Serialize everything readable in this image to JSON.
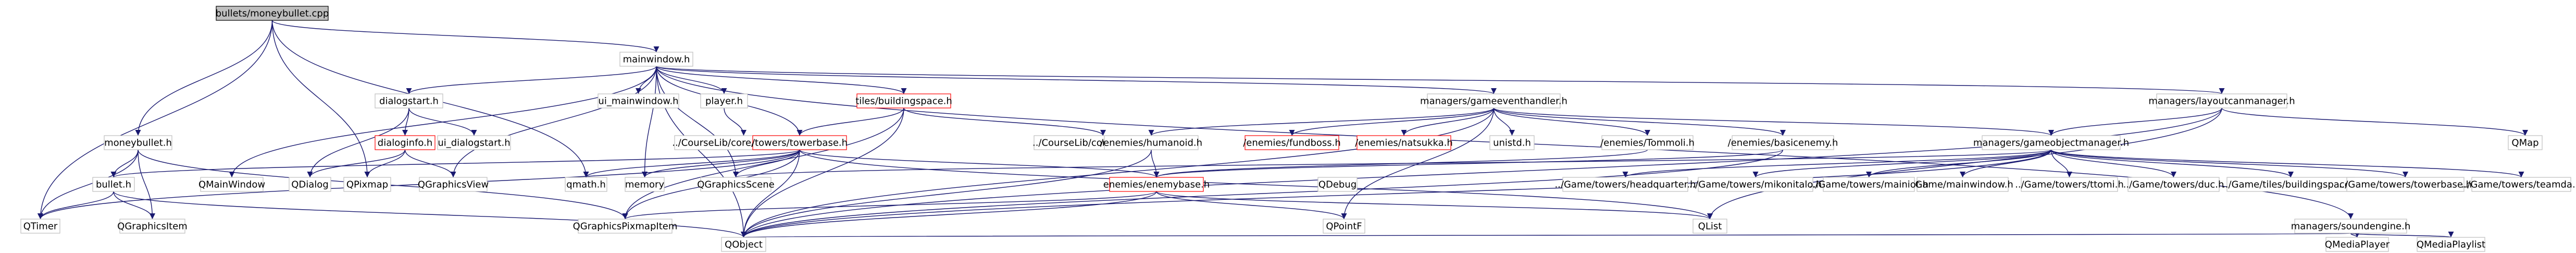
{
  "graph": {
    "root": "n_bullets_moneybullet_cpp",
    "nodes": [
      {
        "id": "n_bullets_moneybullet_cpp",
        "label": "bullets/moneybullet.cpp",
        "style": "root"
      },
      {
        "id": "n_mainwindow_h",
        "label": "mainwindow.h",
        "style": "normal"
      },
      {
        "id": "n_moneybullet_h",
        "label": "moneybullet.h",
        "style": "normal"
      },
      {
        "id": "n_dialogstart_h",
        "label": "dialogstart.h",
        "style": "normal"
      },
      {
        "id": "n_ui_mainwindow_h",
        "label": "ui_mainwindow.h",
        "style": "normal"
      },
      {
        "id": "n_player_h",
        "label": "player.h",
        "style": "normal"
      },
      {
        "id": "n_tiles_buildingspace_h",
        "label": "tiles/buildingspace.h",
        "style": "red"
      },
      {
        "id": "n_managers_gameeventhandler_h",
        "label": "managers/gameeventhandler.h",
        "style": "normal"
      },
      {
        "id": "n_managers_layoutcanmanager_h",
        "label": "managers/layoutcanmanager.h",
        "style": "normal"
      },
      {
        "id": "n_managers_soundengine_h",
        "label": "managers/soundengine.h",
        "style": "normal"
      },
      {
        "id": "n_bullet_h",
        "label": "bullet.h",
        "style": "normal"
      },
      {
        "id": "n_dialoginfo_h",
        "label": "dialoginfo.h",
        "style": "red"
      },
      {
        "id": "n_ui_dialogstart_h",
        "label": "ui_dialogstart.h",
        "style": "normal"
      },
      {
        "id": "n_courselib_playerbase_h",
        "label": "../CourseLib/core/playerbase.h",
        "style": "normal"
      },
      {
        "id": "n_towers_towerbase_h",
        "label": "/towers/towerbase.h",
        "style": "red"
      },
      {
        "id": "n_courselib_coordinate_h",
        "label": "../CourseLib/core/coordinate.h",
        "style": "normal"
      },
      {
        "id": "n_enemies_humanoid_h",
        "label": "/enemies/humanoid.h",
        "style": "normal"
      },
      {
        "id": "n_enemies_fundboss_h",
        "label": "/enemies/fundboss.h",
        "style": "red"
      },
      {
        "id": "n_enemies_natsukka_h",
        "label": "/enemies/natsukka.h",
        "style": "red"
      },
      {
        "id": "n_unistd_h",
        "label": "unistd.h",
        "style": "normal"
      },
      {
        "id": "n_enemies_tommoli_h",
        "label": "/enemies/Tommoli.h",
        "style": "normal"
      },
      {
        "id": "n_enemies_basicenemy_h",
        "label": "/enemies/basicenemy.h",
        "style": "normal"
      },
      {
        "id": "n_managers_gameobjectmanager_h",
        "label": "managers/gameobjectmanager.h",
        "style": "normal"
      },
      {
        "id": "n_qmap",
        "label": "QMap",
        "style": "normal"
      },
      {
        "id": "n_qmainwindow",
        "label": "QMainWindow",
        "style": "normal"
      },
      {
        "id": "n_qdialog",
        "label": "QDialog",
        "style": "normal"
      },
      {
        "id": "n_qpixmap",
        "label": "QPixmap",
        "style": "normal"
      },
      {
        "id": "n_qgraphicsview",
        "label": "QGraphicsView",
        "style": "normal"
      },
      {
        "id": "n_qmath_h",
        "label": "qmath.h",
        "style": "normal"
      },
      {
        "id": "n_memory",
        "label": "memory",
        "style": "normal"
      },
      {
        "id": "n_qgraphicsscene",
        "label": "QGraphicsScene",
        "style": "normal"
      },
      {
        "id": "n_enemies_enemybase_h",
        "label": "enemies/enemybase.h",
        "style": "red"
      },
      {
        "id": "n_qdebug",
        "label": "QDebug",
        "style": "normal"
      },
      {
        "id": "n_game_mainwindow_h",
        "label": "/Game/mainwindow.h",
        "style": "normal"
      },
      {
        "id": "n_game_towers_tomi_h",
        "label": "../Game/towers/ttomi.h",
        "style": "normal"
      },
      {
        "id": "n_game_towers_duc_h",
        "label": "../Game/towers/duc.h",
        "style": "normal"
      },
      {
        "id": "n_game_tiles_buildingspace_h",
        "label": "../Game/tiles/buildingspace.h",
        "style": "normal"
      },
      {
        "id": "n_game_towers_towerbase_h",
        "label": "../Game/towers/towerbase.h",
        "style": "normal"
      },
      {
        "id": "n_game_towers_teamda_h",
        "label": "../Game/towers/teamda.h",
        "style": "normal"
      },
      {
        "id": "n_game_towers_headquarter_h",
        "label": "../Game/towers/headquarter.h",
        "style": "normal"
      },
      {
        "id": "n_game_towers_mikonitalo_h",
        "label": "../Game/towers/mikonitalo.h",
        "style": "normal"
      },
      {
        "id": "n_game_towers_mainiot_h",
        "label": "../Game/towers/mainiot.h",
        "style": "normal"
      },
      {
        "id": "n_qtimer",
        "label": "QTimer",
        "style": "normal"
      },
      {
        "id": "n_qgraphicsitem",
        "label": "QGraphicsItem",
        "style": "normal"
      },
      {
        "id": "n_qgraphicspixmapitem",
        "label": "QGraphicsPixmapItem",
        "style": "normal"
      },
      {
        "id": "n_qpointf",
        "label": "QPointF",
        "style": "normal"
      },
      {
        "id": "n_qlist",
        "label": "QList",
        "style": "normal"
      },
      {
        "id": "n_qobject",
        "label": "QObject",
        "style": "normal"
      },
      {
        "id": "n_qmediaplayer",
        "label": "QMediaPlayer",
        "style": "normal"
      },
      {
        "id": "n_qmediaplaylist",
        "label": "QMediaPlaylist",
        "style": "normal"
      }
    ],
    "edges": [
      [
        "n_bullets_moneybullet_cpp",
        "n_mainwindow_h"
      ],
      [
        "n_bullets_moneybullet_cpp",
        "n_moneybullet_h"
      ],
      [
        "n_bullets_moneybullet_cpp",
        "n_qpixmap"
      ],
      [
        "n_bullets_moneybullet_cpp",
        "n_qmath_h"
      ],
      [
        "n_bullets_moneybullet_cpp",
        "n_qtimer"
      ],
      [
        "n_mainwindow_h",
        "n_dialogstart_h"
      ],
      [
        "n_mainwindow_h",
        "n_ui_mainwindow_h"
      ],
      [
        "n_mainwindow_h",
        "n_player_h"
      ],
      [
        "n_mainwindow_h",
        "n_tiles_buildingspace_h"
      ],
      [
        "n_mainwindow_h",
        "n_managers_gameeventhandler_h"
      ],
      [
        "n_mainwindow_h",
        "n_managers_layoutcanmanager_h"
      ],
      [
        "n_mainwindow_h",
        "n_managers_soundengine_h"
      ],
      [
        "n_mainwindow_h",
        "n_qmainwindow"
      ],
      [
        "n_mainwindow_h",
        "n_qgraphicsview"
      ],
      [
        "n_mainwindow_h",
        "n_qgraphicsscene"
      ],
      [
        "n_mainwindow_h",
        "n_memory"
      ],
      [
        "n_mainwindow_h",
        "n_qobject"
      ],
      [
        "n_mainwindow_h",
        "n_towers_towerbase_h"
      ],
      [
        "n_moneybullet_h",
        "n_bullet_h"
      ],
      [
        "n_moneybullet_h",
        "n_qtimer"
      ],
      [
        "n_moneybullet_h",
        "n_qgraphicsitem"
      ],
      [
        "n_moneybullet_h",
        "n_qgraphicspixmapitem"
      ],
      [
        "n_dialogstart_h",
        "n_dialoginfo_h"
      ],
      [
        "n_dialogstart_h",
        "n_ui_dialogstart_h"
      ],
      [
        "n_dialogstart_h",
        "n_qdialog"
      ],
      [
        "n_dialoginfo_h",
        "n_qdialog"
      ],
      [
        "n_dialoginfo_h",
        "n_qpixmap"
      ],
      [
        "n_dialoginfo_h",
        "n_qgraphicsview"
      ],
      [
        "n_player_h",
        "n_courselib_playerbase_h"
      ],
      [
        "n_tiles_buildingspace_h",
        "n_towers_towerbase_h"
      ],
      [
        "n_tiles_buildingspace_h",
        "n_courselib_coordinate_h"
      ],
      [
        "n_tiles_buildingspace_h",
        "n_qgraphicspixmapitem"
      ],
      [
        "n_tiles_buildingspace_h",
        "n_qobject"
      ],
      [
        "n_managers_gameeventhandler_h",
        "n_enemies_humanoid_h"
      ],
      [
        "n_managers_gameeventhandler_h",
        "n_enemies_fundboss_h"
      ],
      [
        "n_managers_gameeventhandler_h",
        "n_enemies_natsukka_h"
      ],
      [
        "n_managers_gameeventhandler_h",
        "n_unistd_h"
      ],
      [
        "n_managers_gameeventhandler_h",
        "n_enemies_tommoli_h"
      ],
      [
        "n_managers_gameeventhandler_h",
        "n_enemies_basicenemy_h"
      ],
      [
        "n_managers_gameeventhandler_h",
        "n_managers_gameobjectmanager_h"
      ],
      [
        "n_managers_gameeventhandler_h",
        "n_qobject"
      ],
      [
        "n_managers_gameeventhandler_h",
        "n_qpointf"
      ],
      [
        "n_managers_layoutcanmanager_h",
        "n_managers_gameobjectmanager_h"
      ],
      [
        "n_managers_layoutcanmanager_h",
        "n_qmap"
      ],
      [
        "n_managers_layoutcanmanager_h",
        "n_qlist"
      ],
      [
        "n_managers_layoutcanmanager_h",
        "n_qobject"
      ],
      [
        "n_managers_soundengine_h",
        "n_qmediaplayer"
      ],
      [
        "n_managers_soundengine_h",
        "n_qmediaplaylist"
      ],
      [
        "n_managers_soundengine_h",
        "n_qobject"
      ],
      [
        "n_towers_towerbase_h",
        "n_bullet_h"
      ],
      [
        "n_towers_towerbase_h",
        "n_qmath_h"
      ],
      [
        "n_towers_towerbase_h",
        "n_memory"
      ],
      [
        "n_towers_towerbase_h",
        "n_qgraphicsscene"
      ],
      [
        "n_towers_towerbase_h",
        "n_enemies_enemybase_h"
      ],
      [
        "n_towers_towerbase_h",
        "n_qtimer"
      ],
      [
        "n_towers_towerbase_h",
        "n_qgraphicspixmapitem"
      ],
      [
        "n_towers_towerbase_h",
        "n_qobject"
      ],
      [
        "n_towers_towerbase_h",
        "n_qlist"
      ],
      [
        "n_enemies_humanoid_h",
        "n_enemies_enemybase_h"
      ],
      [
        "n_enemies_humanoid_h",
        "n_qobject"
      ],
      [
        "n_enemies_tommoli_h",
        "n_enemies_enemybase_h"
      ],
      [
        "n_enemies_basicenemy_h",
        "n_enemies_enemybase_h"
      ],
      [
        "n_enemies_basicenemy_h",
        "n_qobject"
      ],
      [
        "n_enemies_enemybase_h",
        "n_qgraphicspixmapitem"
      ],
      [
        "n_enemies_enemybase_h",
        "n_qpointf"
      ],
      [
        "n_enemies_enemybase_h",
        "n_qobject"
      ],
      [
        "n_enemies_enemybase_h",
        "n_qlist"
      ],
      [
        "n_managers_gameobjectmanager_h",
        "n_game_mainwindow_h"
      ],
      [
        "n_managers_gameobjectmanager_h",
        "n_game_towers_tomi_h"
      ],
      [
        "n_managers_gameobjectmanager_h",
        "n_game_towers_duc_h"
      ],
      [
        "n_managers_gameobjectmanager_h",
        "n_game_tiles_buildingspace_h"
      ],
      [
        "n_managers_gameobjectmanager_h",
        "n_game_towers_towerbase_h"
      ],
      [
        "n_managers_gameobjectmanager_h",
        "n_game_towers_teamda_h"
      ],
      [
        "n_managers_gameobjectmanager_h",
        "n_game_towers_headquarter_h"
      ],
      [
        "n_managers_gameobjectmanager_h",
        "n_game_towers_mikonitalo_h"
      ],
      [
        "n_managers_gameobjectmanager_h",
        "n_game_towers_mainiot_h"
      ],
      [
        "n_managers_gameobjectmanager_h",
        "n_qgraphicsscene"
      ],
      [
        "n_managers_gameobjectmanager_h",
        "n_qobject"
      ],
      [
        "n_bullet_h",
        "n_qtimer"
      ],
      [
        "n_bullet_h",
        "n_qgraphicsitem"
      ],
      [
        "n_bullet_h",
        "n_qobject"
      ]
    ]
  },
  "colors": {
    "edge": "#191970",
    "node_border": "#bfbfbf",
    "root_fill": "#bfbfbf",
    "highlight_border": "#ff0000"
  }
}
